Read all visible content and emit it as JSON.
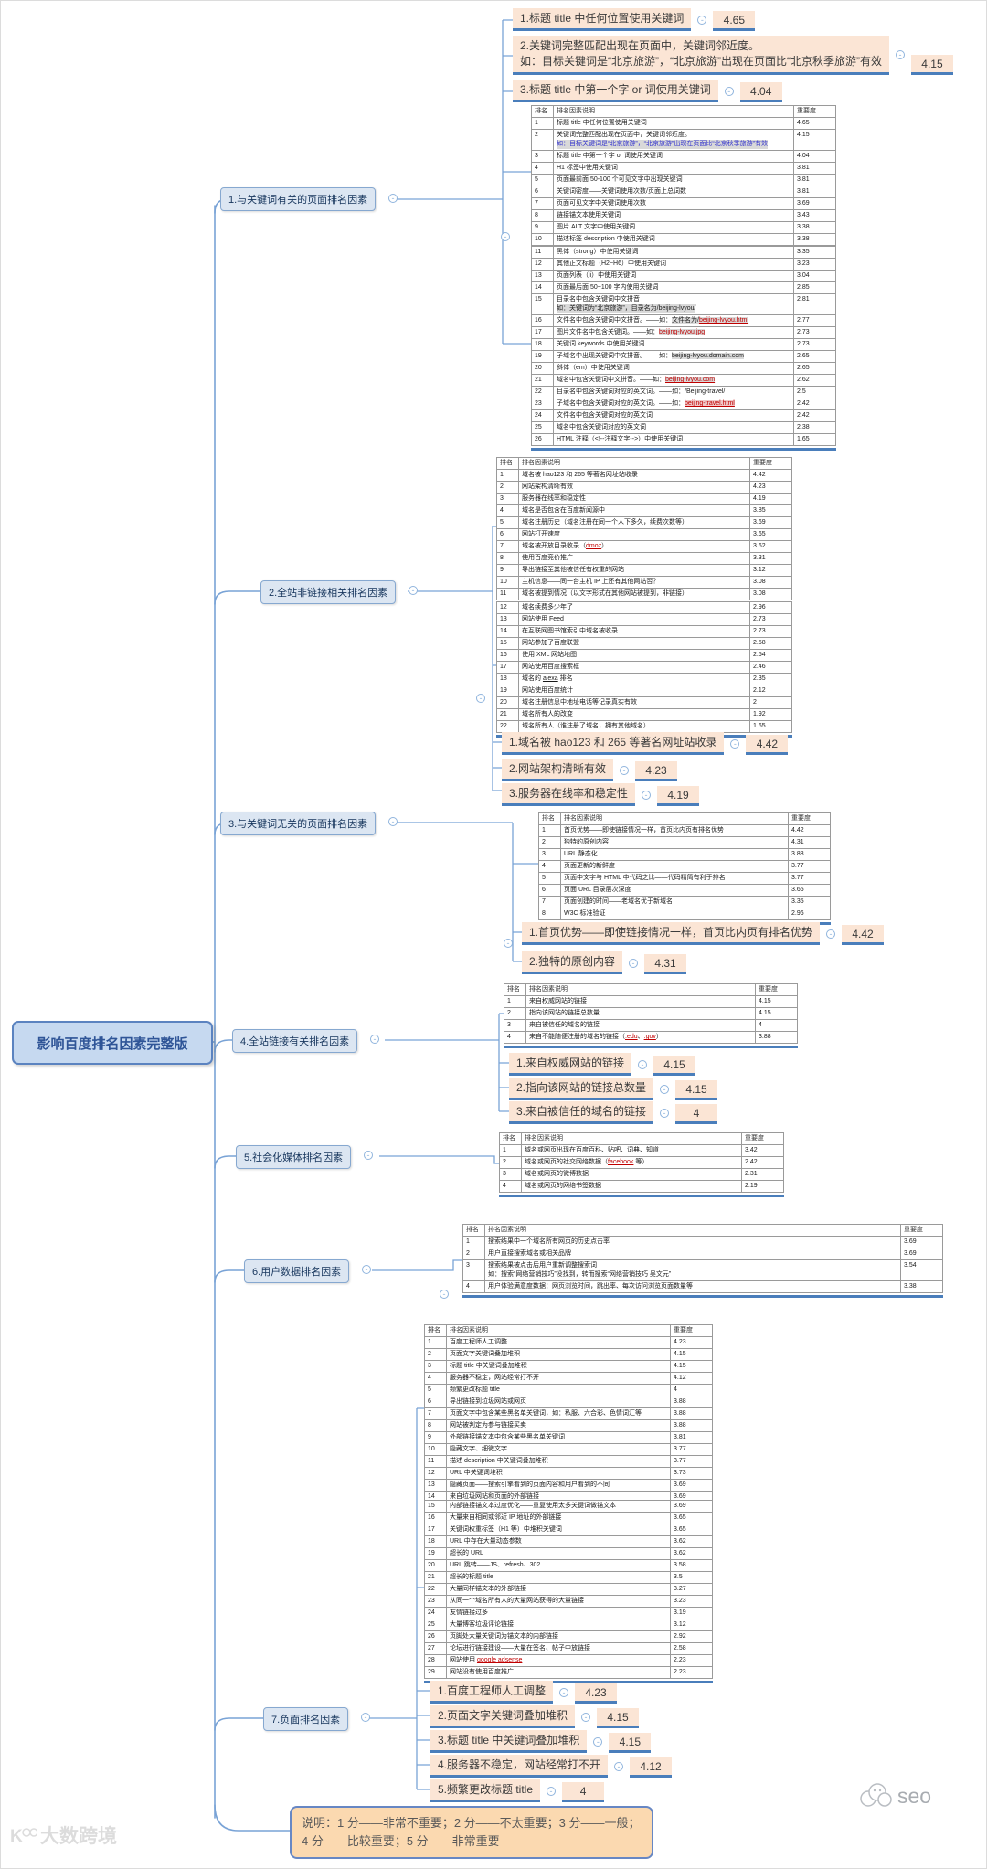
{
  "title": "影响百度排名因素完整版",
  "note": {
    "text": "说明：1 分——非常不重要；2 分——不太重要；3 分——一般；\n4 分——比较重要；5 分——非常重要"
  },
  "watermarks": {
    "left": "大数跨境",
    "right": "seo"
  },
  "table_header": {
    "rank": "排名",
    "desc": "排名因素说明",
    "weight": "重要度"
  },
  "branches": [
    {
      "label": "1.与关键词有关的页面排名因素",
      "highlights": [
        {
          "text": "1.标题 title 中任何位置使用关键词",
          "value": "4.65"
        },
        {
          "text": "2.关键词完整匹配出现在页面中，关键词邻近度。\n如：目标关键词是“北京旅游”，“北京旅游”出现在页面比“北京秋季旅游”有效",
          "value": "4.15"
        },
        {
          "text": "3.标题 title 中第一个字 or 词使用关键词",
          "value": "4.04"
        }
      ],
      "tables": [
        {
          "rows": [
            {
              "n": "1",
              "t": "标题 title 中任何位置使用关键词",
              "w": "4.65"
            },
            {
              "n": "2",
              "t": "关键词完整匹配出现在页面中，关键词邻近度。",
              "w": "4.15",
              "nt": "如：目标关键词是“北京旅游”，“北京旅游”出现在页面比“北京秋季旅游”有效",
              "nc": "b"
            },
            {
              "n": "3",
              "t": "标题 title 中第一个字 or 词使用关键词",
              "w": "4.04"
            },
            {
              "n": "4",
              "t": "H1 标签中使用关键词",
              "w": "3.81"
            },
            {
              "n": "5",
              "t": "页面最前面 50-100 个可见文字中出现关键词",
              "w": "3.81"
            },
            {
              "n": "6",
              "t": "关键词密度——关键词使用次数/页面上总词数",
              "w": "3.81"
            },
            {
              "n": "7",
              "t": "页面可见文字中关键词使用次数",
              "w": "3.69"
            },
            {
              "n": "8",
              "t": "链接锚文本使用关键词",
              "w": "3.43"
            },
            {
              "n": "9",
              "t": "图片 ALT 文字中使用关键词",
              "w": "3.38"
            },
            {
              "n": "10",
              "t": "描述标签 description 中使用关键词",
              "w": "3.38"
            }
          ]
        },
        {
          "rows": [
            {
              "n": "11",
              "t": "黑体（strong）中使用关键词",
              "w": "3.35"
            },
            {
              "n": "12",
              "t": "其他正文标题（H2~H6）中使用关键词",
              "w": "3.23"
            },
            {
              "n": "13",
              "t": "页面列表（li）中使用关键词",
              "w": "3.04"
            },
            {
              "n": "14",
              "t": "页面最后面 50~100 字内使用关键词",
              "w": "2.85"
            },
            {
              "n": "15",
              "t": "目录名中包含关键词中文拼音",
              "w": "2.81",
              "nt": "如：关键词为“北京旅游”，目录名为/beijing-lvyou/",
              "nc": "g"
            },
            {
              "n": "16",
              "t": "文件名中包含关键词中文拼音。——如：文件名为/beijing-lvyou.html",
              "w": "2.77",
              "mk": [
                [
                  "文件名为/",
                  "g"
                ],
                [
                  "beijing-lvyou.html",
                  "lg"
                ]
              ]
            },
            {
              "n": "17",
              "t": "图片文件名中包含关键词。——如：beijing-lvyou.jpg",
              "w": "2.73",
              "mk": [
                [
                  "beijing-lvyou.jpg",
                  "lg"
                ]
              ]
            },
            {
              "n": "18",
              "t": "关键词 keywords 中使用关键词",
              "w": "2.73"
            },
            {
              "n": "19",
              "t": "子域名中出现关键词中文拼音。——如：beijing-lvyou.domain.com",
              "w": "2.65",
              "mk": [
                [
                  "beijing-lvyou.domain.com",
                  "g"
                ]
              ]
            },
            {
              "n": "20",
              "t": "斜体（em）中使用关键词",
              "w": "2.65"
            },
            {
              "n": "21",
              "t": "域名中包含关键词中文拼音。——如：beijing-lvyou.com",
              "w": "2.62",
              "mk": [
                [
                  "beijing-lvyou.com",
                  "lg"
                ]
              ]
            },
            {
              "n": "22",
              "t": "目录名中包含关键词对应的英文词。——如：/Beijing-travel/",
              "w": "2.5"
            },
            {
              "n": "23",
              "t": "子域名中包含关键词对应的英文词。——如：beijing-travel.html",
              "w": "2.42",
              "mk": [
                [
                  "beijing-travel.html",
                  "lp"
                ]
              ]
            },
            {
              "n": "24",
              "t": "文件名中包含关键词对应的英文词",
              "w": "2.42"
            },
            {
              "n": "25",
              "t": "域名中包含关键词对应的英文词",
              "w": "2.38"
            },
            {
              "n": "26",
              "t": "HTML 注释（<!--注释文字-->）中使用关键词",
              "w": "1.65"
            }
          ]
        }
      ]
    },
    {
      "label": "2.全站非链接相关排名因素",
      "highlights": [
        {
          "text": "1.域名被 hao123 和 265 等著名网址站收录",
          "value": "4.42"
        },
        {
          "text": "2.网站架构清晰有效",
          "value": "4.23"
        },
        {
          "text": "3.服务器在线率和稳定性",
          "value": "4.19"
        }
      ],
      "tables": [
        {
          "rows": [
            {
              "n": "1",
              "t": "域名被 hao123 和 265 等著名网址站收录",
              "w": "4.42"
            },
            {
              "n": "2",
              "t": "网站架构清晰有效",
              "w": "4.23"
            },
            {
              "n": "3",
              "t": "服务器在线率和稳定性",
              "w": "4.19"
            },
            {
              "n": "4",
              "t": "域名是否包含在百度新闻源中",
              "w": "3.85"
            },
            {
              "n": "5",
              "t": "域名注册历史（域名注册在同一个人下多久，续费次数等）",
              "w": "3.69"
            },
            {
              "n": "6",
              "t": "网站打开速度",
              "w": "3.65"
            },
            {
              "n": "7",
              "t": "域名被开放目录收录（dmoz）",
              "w": "3.62",
              "mk": [
                [
                  "dmoz",
                  "l"
                ]
              ]
            },
            {
              "n": "8",
              "t": "使用百度竞价推广",
              "w": "3.31"
            },
            {
              "n": "9",
              "t": "导出链接至其他被信任有权重的网站",
              "w": "3.12"
            },
            {
              "n": "10",
              "t": "主机信息——同一台主机 IP 上还有其他网站否？",
              "w": "3.08"
            },
            {
              "n": "11",
              "t": "域名被提到情况（以文字形式在其他网站被提到，非链接）",
              "w": "3.08"
            }
          ]
        },
        {
          "rows": [
            {
              "n": "12",
              "t": "域名续费多少年了",
              "w": "2.96"
            },
            {
              "n": "13",
              "t": "网站使用 Feed",
              "w": "2.73"
            },
            {
              "n": "14",
              "t": "在互联网图书馆索引中域名被收录",
              "w": "2.73"
            },
            {
              "n": "15",
              "t": "网站参加了百度联盟",
              "w": "2.58"
            },
            {
              "n": "16",
              "t": "使用 XML 网站地图",
              "w": "2.54"
            },
            {
              "n": "17",
              "t": "网站使用百度搜索框",
              "w": "2.46"
            },
            {
              "n": "18",
              "t": "域名的 alexa 排名",
              "w": "2.35",
              "mk": [
                [
                  "alexa",
                  "u"
                ]
              ]
            },
            {
              "n": "19",
              "t": "网站使用百度统计",
              "w": "2.12"
            },
            {
              "n": "20",
              "t": "域名注册信息中地址电话等记录真实有效",
              "w": "2"
            },
            {
              "n": "21",
              "t": "域名所有人的改变",
              "w": "1.92"
            },
            {
              "n": "22",
              "t": "域名所有人（谁注册了域名，拥有其他域名）",
              "w": "1.65"
            }
          ]
        }
      ]
    },
    {
      "label": "3.与关键词无关的页面排名因素",
      "highlights": [
        {
          "text": "1.首页优势——即使链接情况一样，首页比内页有排名优势",
          "value": "4.42"
        },
        {
          "text": "2.独特的原创内容",
          "value": "4.31"
        }
      ],
      "tables": [
        {
          "rows": [
            {
              "n": "1",
              "t": "首页优势——即使链接情况一样，首页比内页有排名优势",
              "w": "4.42"
            },
            {
              "n": "2",
              "t": "独特的原创内容",
              "w": "4.31"
            },
            {
              "n": "3",
              "t": "URL 静态化",
              "w": "3.88"
            },
            {
              "n": "4",
              "t": "页面更新的新鲜度",
              "w": "3.77"
            },
            {
              "n": "5",
              "t": "页面中文字与 HTML 中代码之比——代码精简有利于排名",
              "w": "3.77"
            },
            {
              "n": "6",
              "t": "页面 URL 目录层次深度",
              "w": "3.65"
            },
            {
              "n": "7",
              "t": "页面创建的时间——老域名优于新域名",
              "w": "3.35"
            },
            {
              "n": "8",
              "t": "W3C 标准验证",
              "w": "2.96"
            }
          ]
        }
      ]
    },
    {
      "label": "4.全站链接有关排名因素",
      "highlights": [
        {
          "text": "1.来自权威网站的链接",
          "value": "4.15"
        },
        {
          "text": "2.指向该网站的链接总数量",
          "value": "4.15"
        },
        {
          "text": "3.来自被信任的域名的链接",
          "value": "4"
        }
      ],
      "tables": [
        {
          "rows": [
            {
              "n": "1",
              "t": "来自权威网站的链接",
              "w": "4.15"
            },
            {
              "n": "2",
              "t": "指向该网站的链接总数量",
              "w": "4.15"
            },
            {
              "n": "3",
              "t": "来自被信任的域名的链接",
              "w": "4"
            },
            {
              "n": "4",
              "t": "来自不能随便注册的域名的链接（.edu、.gov）",
              "w": "3.88",
              "mk": [
                [
                  ".edu",
                  "l"
                ],
                [
                  ".gov",
                  "l"
                ]
              ]
            }
          ]
        }
      ]
    },
    {
      "label": "5.社会化媒体排名因素",
      "highlights": [],
      "tables": [
        {
          "rows": [
            {
              "n": "1",
              "t": "域名或网页出现在百度百科、贴吧、词典、知道",
              "w": "3.42"
            },
            {
              "n": "2",
              "t": "域名或网页的社交网络数据（facebook 等）",
              "w": "2.42",
              "mk": [
                [
                  "facebook",
                  "l"
                ]
              ]
            },
            {
              "n": "3",
              "t": "域名或网页的微博数据",
              "w": "2.31"
            },
            {
              "n": "4",
              "t": "域名或网页的网络书签数据",
              "w": "2.19"
            }
          ]
        }
      ]
    },
    {
      "label": "6.用户数据排名因素",
      "highlights": [],
      "tables": [
        {
          "rows": [
            {
              "n": "1",
              "t": "搜索结果中一个域名所有网页的历史点击率",
              "w": "3.69"
            },
            {
              "n": "2",
              "t": "用户直接搜索域名或相关品牌",
              "w": "3.69"
            },
            {
              "n": "3",
              "t": "搜索结果被点击后用户重新调整搜索词",
              "w": "3.54",
              "nt": "如：搜索“网络营销技巧”没找到，转而搜索“网络营销技巧 吴文元”"
            },
            {
              "n": "4",
              "t": "用户体验满意度数据：网页浏览时间，跳出率、每次访问浏览页面数量等",
              "w": "3.38"
            }
          ]
        }
      ]
    },
    {
      "label": "7.负面排名因素",
      "highlights": [
        {
          "text": "1.百度工程师人工调整",
          "value": "4.23"
        },
        {
          "text": "2.页面文字关键词叠加堆积",
          "value": "4.15"
        },
        {
          "text": "3.标题 title 中关键词叠加堆积",
          "value": "4.15"
        },
        {
          "text": "4.服务器不稳定，网站经常打不开",
          "value": "4.12"
        },
        {
          "text": "5.频繁更改标题 title",
          "value": "4"
        }
      ],
      "tables": [
        {
          "rows": [
            {
              "n": "1",
              "t": "百度工程师人工调整",
              "w": "4.23"
            },
            {
              "n": "2",
              "t": "页面文字关键词叠加堆积",
              "w": "4.15"
            },
            {
              "n": "3",
              "t": "标题 title 中关键词叠加堆积",
              "w": "4.15"
            },
            {
              "n": "4",
              "t": "服务器不稳定，网站经常打不开",
              "w": "4.12"
            },
            {
              "n": "5",
              "t": "频繁更改标题 title",
              "w": "4"
            },
            {
              "n": "6",
              "t": "导出链接到垃圾网站或网页",
              "w": "3.88"
            },
            {
              "n": "7",
              "t": "页面文字中包含某些黑名单关键词，如：私服、六合彩、色情词汇等",
              "w": "3.88"
            },
            {
              "n": "8",
              "t": "网站被判定为参与链接买卖",
              "w": "3.88"
            },
            {
              "n": "9",
              "t": "外部链接锚文本中包含某些黑名单关键词",
              "w": "3.81"
            },
            {
              "n": "10",
              "t": "隐藏文字、细微文字",
              "w": "3.77"
            },
            {
              "n": "11",
              "t": "描述 description 中关键词叠加堆积",
              "w": "3.77"
            },
            {
              "n": "12",
              "t": "URL 中关键词堆积",
              "w": "3.73"
            },
            {
              "n": "13",
              "t": "隐藏页面——搜索引擎看到的页面内容和用户看到的不同",
              "w": "3.69"
            },
            {
              "n": "14",
              "t": "来自垃圾网站和页面的外部链接",
              "w": "3.69"
            }
          ]
        },
        {
          "rows": [
            {
              "n": "15",
              "t": "内部链接锚文本过度优化——重复使用太多关键词做锚文本",
              "w": "3.69"
            },
            {
              "n": "16",
              "t": "大量来自相同或邻近 IP 地址的外部链接",
              "w": "3.65"
            },
            {
              "n": "17",
              "t": "关键词权重标签（H1 等）中堆积关键词",
              "w": "3.65"
            },
            {
              "n": "18",
              "t": "URL 中存在大量动态参数",
              "w": "3.62"
            },
            {
              "n": "19",
              "t": "超长的 URL",
              "w": "3.62"
            },
            {
              "n": "20",
              "t": "URL 跳转——JS、refresh、302",
              "w": "3.58"
            },
            {
              "n": "21",
              "t": "超长的标题 title",
              "w": "3.5"
            },
            {
              "n": "22",
              "t": "大量同样锚文本的外部链接",
              "w": "3.27"
            },
            {
              "n": "23",
              "t": "从同一个域名所有人的大量网站获得的大量链接",
              "w": "3.23"
            },
            {
              "n": "24",
              "t": "友情链接过多",
              "w": "3.19"
            },
            {
              "n": "25",
              "t": "大量博客垃圾评论链接",
              "w": "3.12"
            },
            {
              "n": "26",
              "t": "页脚处大量关键词为锚文本的内部链接",
              "w": "2.92"
            },
            {
              "n": "27",
              "t": "论坛进行链接建设——大量在签名、帖子中放链接",
              "w": "2.58"
            },
            {
              "n": "28",
              "t": "网站使用 google adsense",
              "w": "2.23",
              "mk": [
                [
                  "google adsense",
                  "l"
                ]
              ]
            },
            {
              "n": "29",
              "t": "网站没有使用百度推广",
              "w": "2.23"
            }
          ]
        }
      ]
    }
  ]
}
